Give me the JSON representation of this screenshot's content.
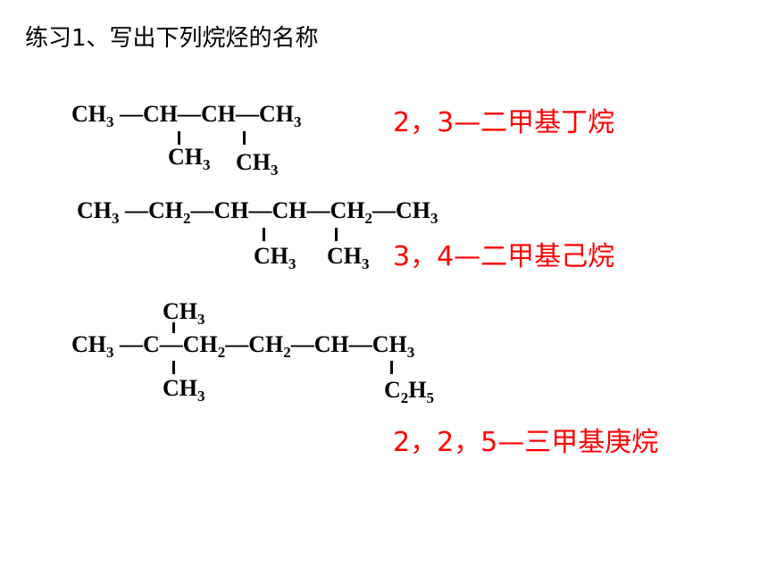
{
  "title": "练习1、写出下列烷烃的名称",
  "molecules": [
    {
      "chain": [
        "CH",
        "3",
        " —CH—CH—CH",
        "3"
      ],
      "branches": [
        {
          "parts": [
            "CH",
            "3"
          ]
        },
        {
          "parts": [
            "CH",
            "3"
          ]
        }
      ],
      "answer": "2，3—二甲基丁烷"
    },
    {
      "chain": [
        "CH",
        "3",
        " —CH",
        "2",
        "—CH—CH—CH",
        "2",
        "—CH",
        "3"
      ],
      "branches": [
        {
          "parts": [
            "CH",
            "3"
          ]
        },
        {
          "parts": [
            "CH",
            "3"
          ]
        }
      ],
      "answer": "3，4—二甲基己烷"
    },
    {
      "chain": [
        "CH",
        "3",
        " —C—CH",
        "2",
        "—CH",
        "2",
        "—CH—CH",
        "3"
      ],
      "branches": [
        {
          "parts": [
            "CH",
            "3"
          ]
        },
        {
          "parts": [
            "CH",
            "3"
          ]
        },
        {
          "parts": [
            "C",
            "2",
            "H",
            "5"
          ]
        }
      ],
      "answer": "2，2，5—三甲基庚烷"
    }
  ]
}
